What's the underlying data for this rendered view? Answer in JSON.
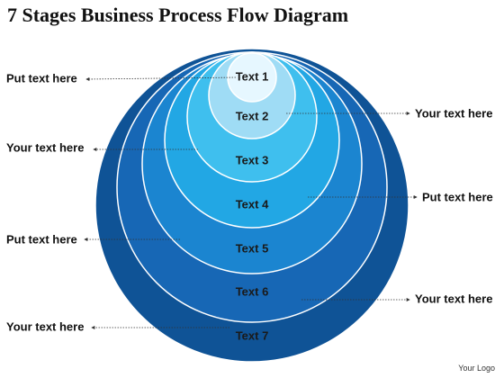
{
  "title": "7 Stages Business Process Flow Diagram",
  "stages": [
    "Text 1",
    "Text 2",
    "Text 3",
    "Text 4",
    "Text 5",
    "Text 6",
    "Text 7"
  ],
  "left_labels": [
    "Put text here",
    "Your text here",
    "Put text here",
    "Your text here"
  ],
  "right_labels": [
    "Your text here",
    "Put text here",
    "Your text here"
  ],
  "logo": "Your Logo",
  "colors": {
    "ring1": "#e6f7ff",
    "ring2": "#9fdcf5",
    "ring3": "#3fbfee",
    "ring4": "#22a7e4",
    "ring5": "#1b85d0",
    "ring6": "#1767b5",
    "ring7": "#0f5396",
    "ring_border": "#ffffff",
    "connector": "#333333"
  }
}
